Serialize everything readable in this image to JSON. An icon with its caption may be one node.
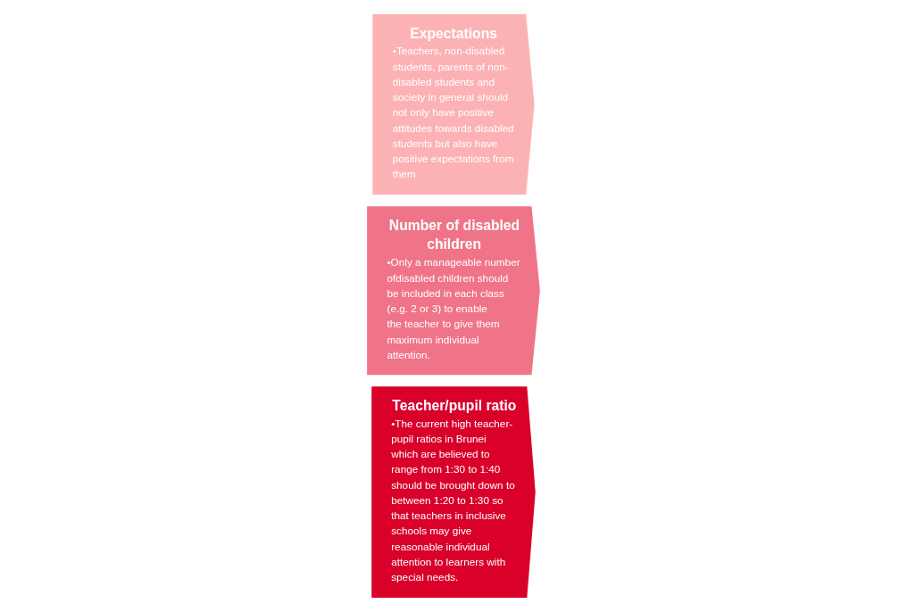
{
  "diagram": {
    "nodes": [
      {
        "text": [
          "Teacher/pupil ratio",
          "•The current high teacher-pupil ratios in Brunei which are believed to range from 1:30 to 1:40 should be brought down to between 1:20 to 1:30 so that teachers in inclusive schools may give reasonable individual attention to learners with special needs."
        ]
      },
      {
        "text": [
          "Number of disabled children",
          "•Only a manageable number ofdisabled children should be included in each class (e.g. 2 or 3) to enable the teacher to give them maximum individual attention."
        ]
      },
      {
        "text": [
          "Expectations",
          "•Teachers, non-disabled students, parents of non-disabled students and society in general should not only have positive attitudes towards disabled students but also have positive expectations from them"
        ]
      }
    ]
  }
}
